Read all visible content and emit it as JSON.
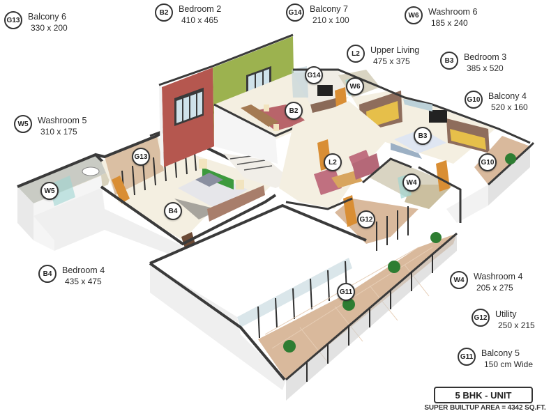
{
  "title": "5 BHK - UNIT",
  "super_builtup_area": "SUPER BUILTUP AREA = 4342 SQ.FT.",
  "colors": {
    "wall_top": "#3a3a3a",
    "wall_face": "#f2f2f2",
    "floor": "#f4efe1",
    "balcony_tile": "#d9b99c",
    "accent_red": "#b5574f",
    "accent_green": "#9cb24f",
    "bathroom_tile": "#d9d4c2",
    "door_wood": "#d98e34"
  },
  "legend": [
    {
      "code": "G13",
      "name": "Balcony 6",
      "dim": "330 x 200"
    },
    {
      "code": "B2",
      "name": "Bedroom 2",
      "dim": "410 x 465"
    },
    {
      "code": "G14",
      "name": "Balcony 7",
      "dim": "210 x 100"
    },
    {
      "code": "W6",
      "name": "Washroom 6",
      "dim": "185 x 240"
    },
    {
      "code": "L2",
      "name": "Upper Living",
      "dim": "475 x 375"
    },
    {
      "code": "B3",
      "name": "Bedroom 3",
      "dim": "385 x 520"
    },
    {
      "code": "G10",
      "name": "Balcony 4",
      "dim": "520 x 160"
    },
    {
      "code": "W5",
      "name": "Washroom 5",
      "dim": "310 x 175"
    },
    {
      "code": "B4",
      "name": "Bedroom 4",
      "dim": "435 x 475"
    },
    {
      "code": "W4",
      "name": "Washroom 4",
      "dim": "205 x 275"
    },
    {
      "code": "G12",
      "name": "Utility",
      "dim": "250 x 215"
    },
    {
      "code": "G11",
      "name": "Balcony 5",
      "dim": "150 cm Wide"
    }
  ],
  "map_markers": [
    {
      "code": "G14"
    },
    {
      "code": "W6"
    },
    {
      "code": "B2"
    },
    {
      "code": "B3"
    },
    {
      "code": "G13"
    },
    {
      "code": "L2"
    },
    {
      "code": "G10"
    },
    {
      "code": "W5"
    },
    {
      "code": "W4"
    },
    {
      "code": "B4"
    },
    {
      "code": "G12"
    },
    {
      "code": "G11"
    }
  ]
}
